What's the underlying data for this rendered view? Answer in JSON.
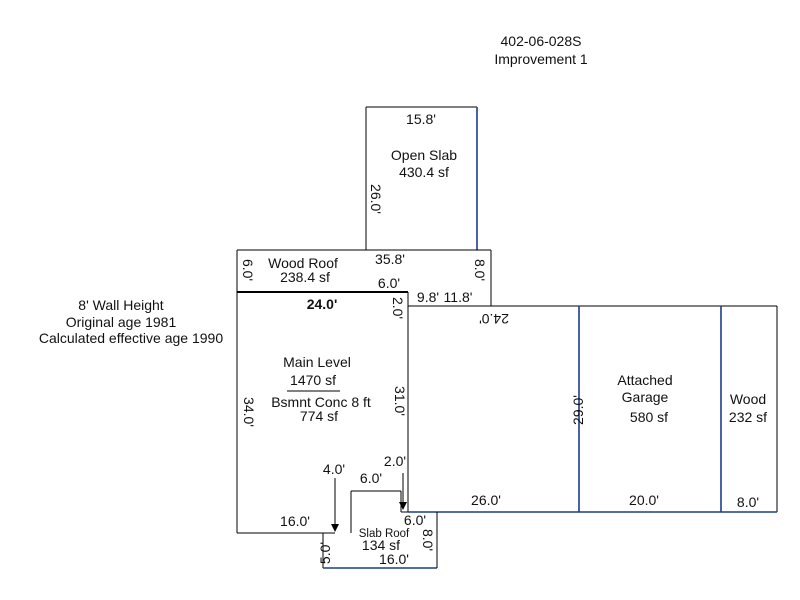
{
  "header": {
    "parcel_id": "402-06-028S",
    "improvement": "Improvement 1"
  },
  "info": {
    "wall_height": "8' Wall Height",
    "original_age": "Original age 1981",
    "effective_age": "Calculated effective age 1990"
  },
  "areas": {
    "open_slab": {
      "name": "Open Slab",
      "size": "430.4 sf"
    },
    "wood_roof": {
      "name": "Wood Roof",
      "size": "238.4 sf"
    },
    "main_level": {
      "name": "Main Level",
      "size": "1470 sf",
      "basement": "Bsmnt Conc 8 ft",
      "basement_size": "774 sf"
    },
    "attached_garage": {
      "name_line1": "Attached",
      "name_line2": "Garage",
      "size": "580 sf"
    },
    "wood": {
      "name": "Wood",
      "size": "232 sf"
    },
    "slab_roof": {
      "name": "Slab Roof",
      "size": "134 sf"
    }
  },
  "dimensions": {
    "open_slab_top": "15.8'",
    "open_slab_side": "26.0'",
    "wood_roof_top": "35.8'",
    "wood_roof_left": "6.0'",
    "wood_roof_right": "8.0'",
    "wood_roof_inner": "6.0'",
    "main_top": "24.0'",
    "main_notch": "2.0'",
    "deck_a": "9.8'",
    "deck_b": "11.8'",
    "ext_top": "24.0'",
    "main_left": "34.0'",
    "main_right": "31.0'",
    "main_bottom": "16.0'",
    "arrow_left": "4.0'",
    "notch_top": "6.0'",
    "arrow_right": "2.0'",
    "notch_bottom": "6.0'",
    "ext_bottom": "26.0'",
    "garage_side": "29.0'",
    "garage_bottom": "20.0'",
    "wood_bottom": "8.0'",
    "slab_left": "5.0'",
    "slab_right": "8.0'",
    "slab_bottom": "16.0'"
  }
}
